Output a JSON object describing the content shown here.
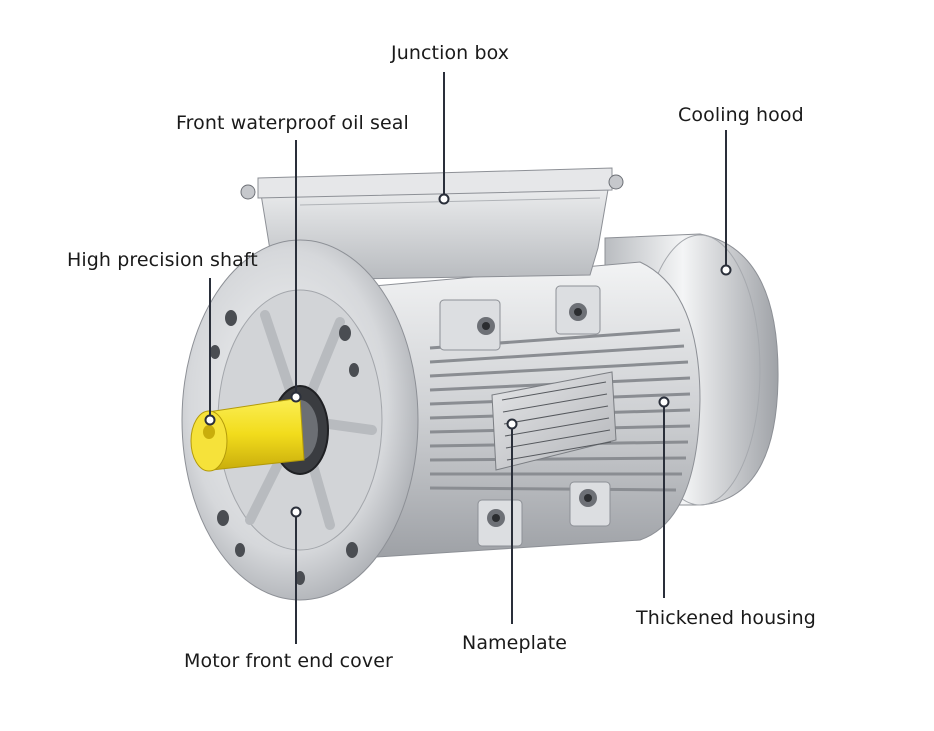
{
  "labels": {
    "junction_box": "Junction box",
    "front_oil_seal": "Front waterproof oil seal",
    "cooling_hood": "Cooling hood",
    "shaft": "High precision shaft",
    "housing": "Thickened housing",
    "nameplate": "Nameplate",
    "front_end_cover": "Motor front end cover"
  },
  "colors": {
    "aluminum_light": "#e9eaec",
    "aluminum_mid": "#c6c8cc",
    "aluminum_dark": "#8d9096",
    "shaft_yellow": "#f2dc1c",
    "leader_line": "#2a2f3a"
  }
}
